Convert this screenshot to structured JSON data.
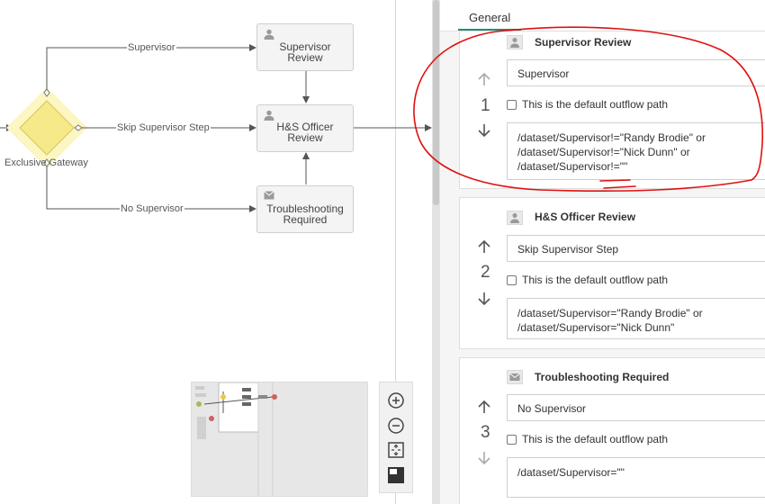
{
  "canvas": {
    "gateway": {
      "label": "Exclusive Gateway"
    },
    "edges": {
      "supervisor": "Supervisor",
      "skip": "Skip Supervisor Step",
      "none": "No Supervisor"
    },
    "tasks": {
      "supervisor_review": {
        "label": "Supervisor Review",
        "icon": "user-icon"
      },
      "hs_officer_review": {
        "label": "H&S Officer Review",
        "icon": "user-icon"
      },
      "troubleshooting": {
        "label": "Troubleshooting Required",
        "icon": "mail-icon"
      }
    }
  },
  "properties": {
    "tab": "General",
    "flows": [
      {
        "order": "1",
        "target": "Supervisor Review",
        "target_icon": "user-icon",
        "name": "Supervisor",
        "default_label": "This is the default outflow path",
        "condition": "/dataset/Supervisor!=\"Randy Brodie\" or\n/dataset/Supervisor!=\"Nick Dunn\" or\n/dataset/Supervisor!=\"\""
      },
      {
        "order": "2",
        "target": "H&S Officer Review",
        "target_icon": "user-icon",
        "name": "Skip Supervisor Step",
        "default_label": "This is the default outflow path",
        "condition": "/dataset/Supervisor=\"Randy Brodie\" or\n/dataset/Supervisor=\"Nick Dunn\""
      },
      {
        "order": "3",
        "target": "Troubleshooting Required",
        "target_icon": "mail-icon",
        "name": "No Supervisor",
        "default_label": "This is the default outflow path",
        "condition": "/dataset/Supervisor=\"\""
      }
    ]
  },
  "colors": {
    "gateway_fill": "#f6e98a",
    "accent_tab": "#2a8a78",
    "annotation_red": "#e01010"
  }
}
